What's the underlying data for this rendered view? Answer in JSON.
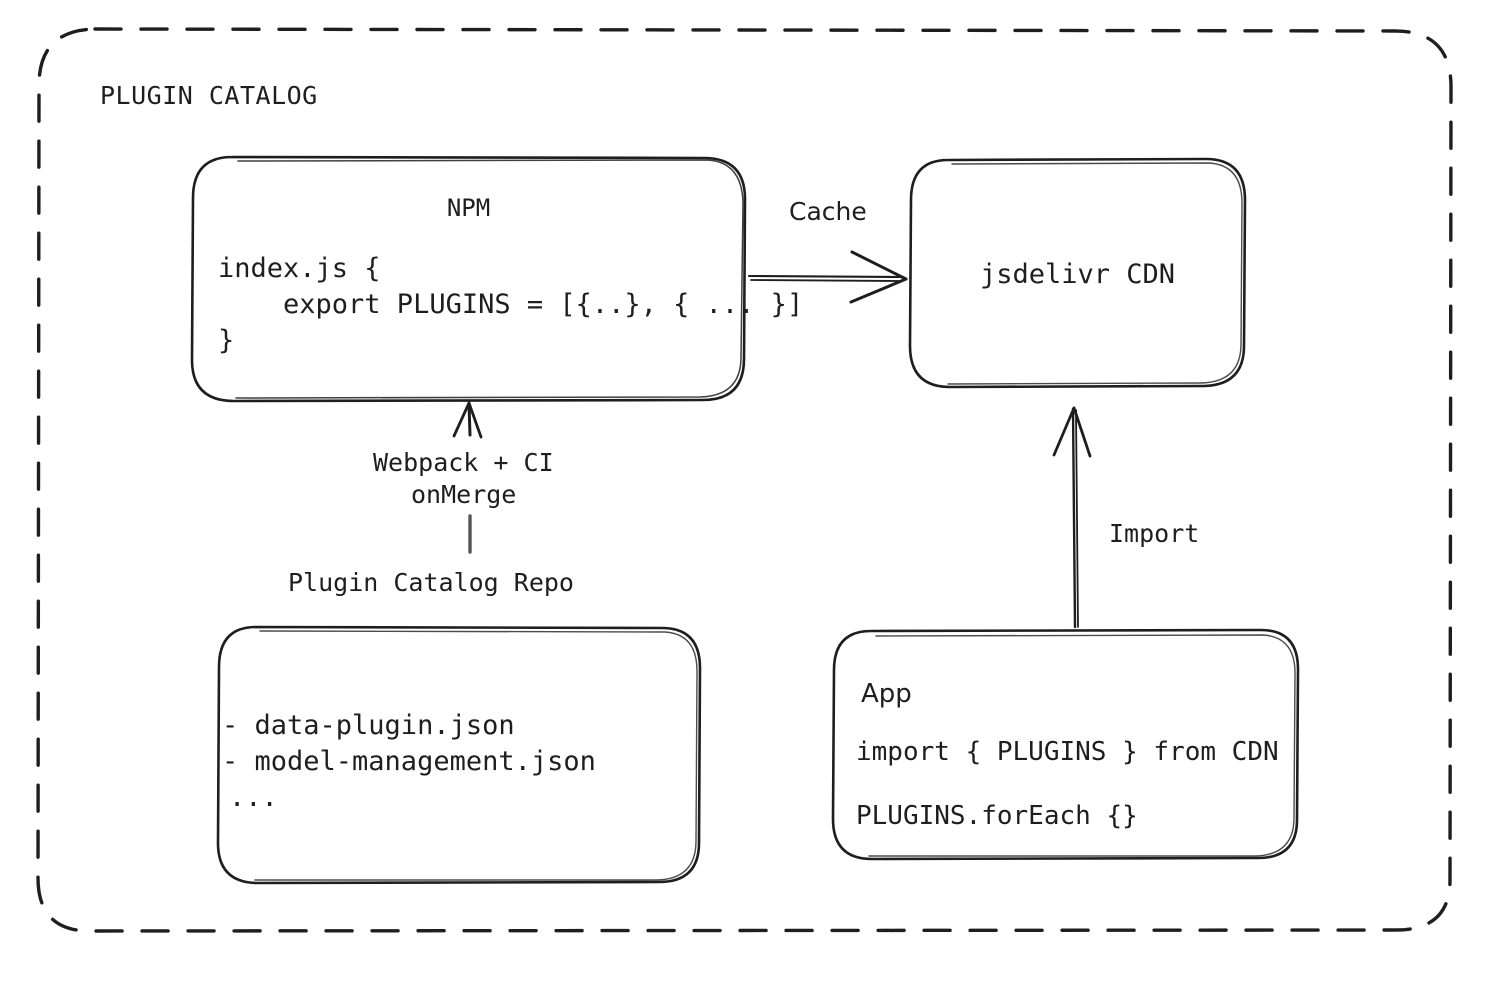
{
  "diagram": {
    "title": "PLUGIN CATALOG",
    "type": "architecture-flow",
    "stroke_color": "#1e1e1e",
    "background_color": "#ffffff",
    "container": {
      "label": "PLUGIN CATALOG",
      "border_style": "dashed",
      "name": "plugin-catalog-container"
    },
    "nodes": [
      {
        "id": "npm",
        "title": "NPM",
        "title_align": "center",
        "code_lines": [
          "index.js {",
          "    export PLUGINS = [{..}, { ... }]",
          "}"
        ]
      },
      {
        "id": "cdn",
        "title": "jsdelivr CDN",
        "title_align": "center",
        "code_lines": []
      },
      {
        "id": "repo",
        "external_label": "Plugin Catalog Repo",
        "code_lines": [
          "- data-plugin.json",
          "- model-management.json",
          "..."
        ]
      },
      {
        "id": "app",
        "title": "App",
        "title_align": "left",
        "code_lines": [
          "import { PLUGINS } from CDN",
          "PLUGINS.forEach {}"
        ]
      }
    ],
    "edges": [
      {
        "id": "npm-to-cdn",
        "from": "npm",
        "to": "cdn",
        "label": "Cache",
        "direction": "right"
      },
      {
        "id": "repo-to-npm",
        "from": "repo",
        "to": "npm",
        "label_line1": "Webpack + CI",
        "label_line2": "onMerge",
        "direction": "up"
      },
      {
        "id": "app-to-cdn",
        "from": "app",
        "to": "cdn",
        "label": "Import",
        "direction": "up"
      }
    ]
  }
}
